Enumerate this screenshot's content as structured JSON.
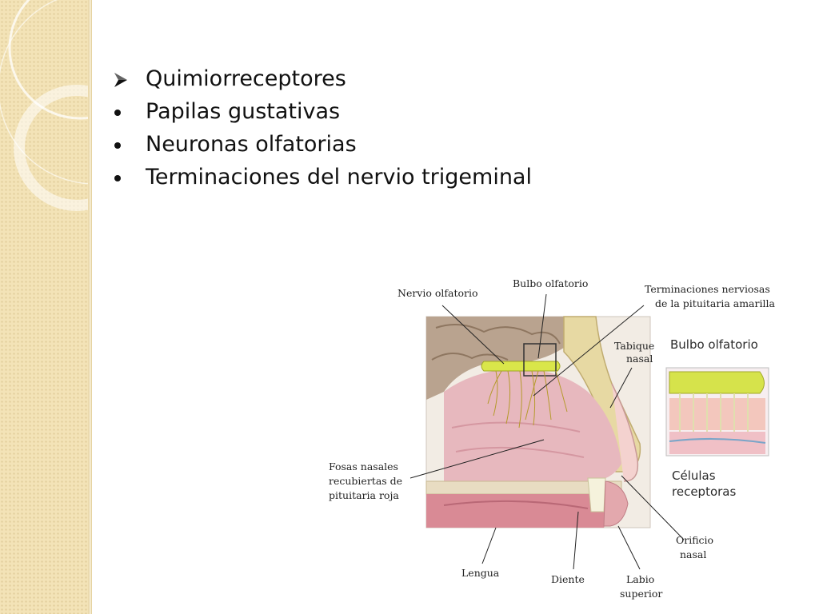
{
  "slide": {
    "bullets": [
      {
        "marker": "arrow",
        "text": "Quimiorreceptores"
      },
      {
        "marker": "dot",
        "text": "Papilas gustativas"
      },
      {
        "marker": "dot",
        "text": "Neuronas olfatorias"
      },
      {
        "marker": "dot",
        "text": "Terminaciones del nervio trigeminal"
      }
    ],
    "colors": {
      "sidebar": "#f3e3b7",
      "text": "#111111"
    }
  },
  "figure": {
    "labels": {
      "nervio_olfatorio": "Nervio olfatorio",
      "bulbo_olfatorio": "Bulbo olfatorio",
      "terminaciones_1": "Terminaciones nerviosas",
      "terminaciones_2": "de la pituitaria amarilla",
      "tabique_1": "Tabique",
      "tabique_2": "nasal",
      "fosas_1": "Fosas nasales",
      "fosas_2": "recubiertas de",
      "fosas_3": "pituitaria roja",
      "lengua": "Lengua",
      "diente": "Diente",
      "labio_1": "Labio",
      "labio_2": "superior",
      "orificio_1": "Orificio",
      "orificio_2": "nasal"
    },
    "inset": {
      "title": "Bulbo olfatorio",
      "caption_1": "Células",
      "caption_2": "receptoras"
    }
  }
}
